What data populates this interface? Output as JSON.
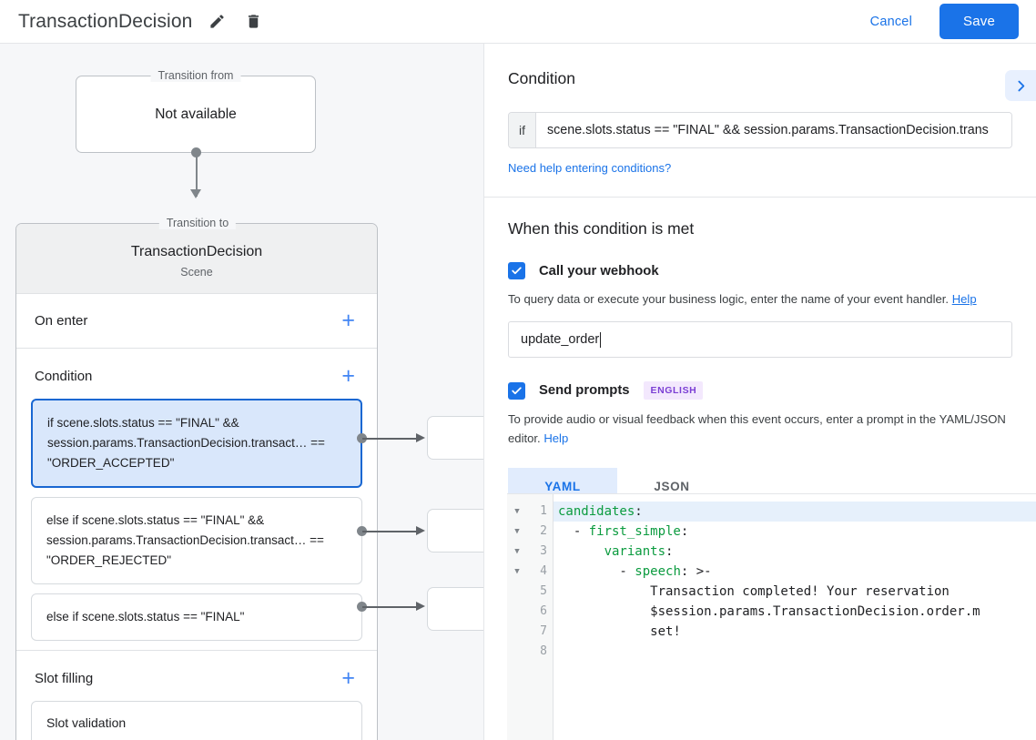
{
  "topbar": {
    "title": "TransactionDecision",
    "edit_icon": "pencil-icon",
    "delete_icon": "trash-icon",
    "cancel_label": "Cancel",
    "save_label": "Save",
    "accent_color": "#1a73e8"
  },
  "canvas": {
    "transition_from": {
      "legend": "Transition from",
      "value": "Not available"
    },
    "transition_to": {
      "legend": "Transition to",
      "scene_name": "TransactionDecision",
      "scene_type": "Scene"
    },
    "sections": [
      {
        "title": "On enter",
        "add_label": "+"
      },
      {
        "title": "Condition",
        "add_label": "+"
      },
      {
        "title": "Slot filling",
        "add_label": "+"
      }
    ],
    "conditions": [
      {
        "text": "if scene.slots.status == \"FINAL\" && session.params.TransactionDecision.transact… == \"ORDER_ACCEPTED\"",
        "selected": true
      },
      {
        "text": "else if scene.slots.status == \"FINAL\" && session.params.TransactionDecision.transact… == \"ORDER_REJECTED\"",
        "selected": false
      },
      {
        "text": "else if scene.slots.status == \"FINAL\"",
        "selected": false
      }
    ],
    "slot_filling_items": [
      {
        "text": "Slot validation"
      }
    ]
  },
  "condition_panel": {
    "heading": "Condition",
    "expand_icon": "chevron-right-icon",
    "if_prefix": "if",
    "expression": "scene.slots.status == \"FINAL\" && session.params.TransactionDecision.trans",
    "help_link": "Need help entering conditions?"
  },
  "when_met": {
    "heading": "When this condition is met",
    "webhook": {
      "checked": true,
      "label": "Call your webhook",
      "description": "To query data or execute your business logic, enter the name of your event handler.",
      "help_label": "Help",
      "value": "update_order"
    },
    "prompts": {
      "checked": true,
      "label": "Send prompts",
      "language_badge": "ENGLISH",
      "description": "To provide audio or visual feedback when this event occurs, enter a prompt in the YAML/JSON editor.",
      "help_label": "Help",
      "tabs": [
        {
          "label": "YAML",
          "active": true
        },
        {
          "label": "JSON",
          "active": false
        }
      ]
    }
  },
  "editor": {
    "line_numbers": [
      "1",
      "2",
      "3",
      "4",
      "5",
      "6",
      "7",
      "8"
    ],
    "fold_rows": [
      true,
      true,
      true,
      true,
      false,
      false,
      false,
      false
    ],
    "lines": [
      {
        "num": "1",
        "text": "candidates:",
        "key": "candidates",
        "rest": ":",
        "indent": "",
        "highlight": true
      },
      {
        "num": "2",
        "text": "  - first_simple:",
        "key": "first_simple",
        "rest": ":",
        "indent": "  - ",
        "highlight": false
      },
      {
        "num": "3",
        "text": "      variants:",
        "key": "variants",
        "rest": ":",
        "indent": "      ",
        "highlight": false
      },
      {
        "num": "4",
        "text": "        - speech: >-",
        "key": "speech",
        "rest": ": >-",
        "indent": "        - ",
        "highlight": false
      },
      {
        "num": "5",
        "text": "            Transaction completed! Your reservation",
        "key": "",
        "rest": "",
        "indent": "",
        "highlight": false
      },
      {
        "num": "6",
        "text": "            $session.params.TransactionDecision.order.m",
        "key": "",
        "rest": "",
        "indent": "",
        "highlight": false
      },
      {
        "num": "7",
        "text": "            set!",
        "key": "",
        "rest": "",
        "indent": "",
        "highlight": false
      },
      {
        "num": "8",
        "text": "",
        "key": "",
        "rest": "",
        "indent": "",
        "highlight": false
      }
    ]
  }
}
